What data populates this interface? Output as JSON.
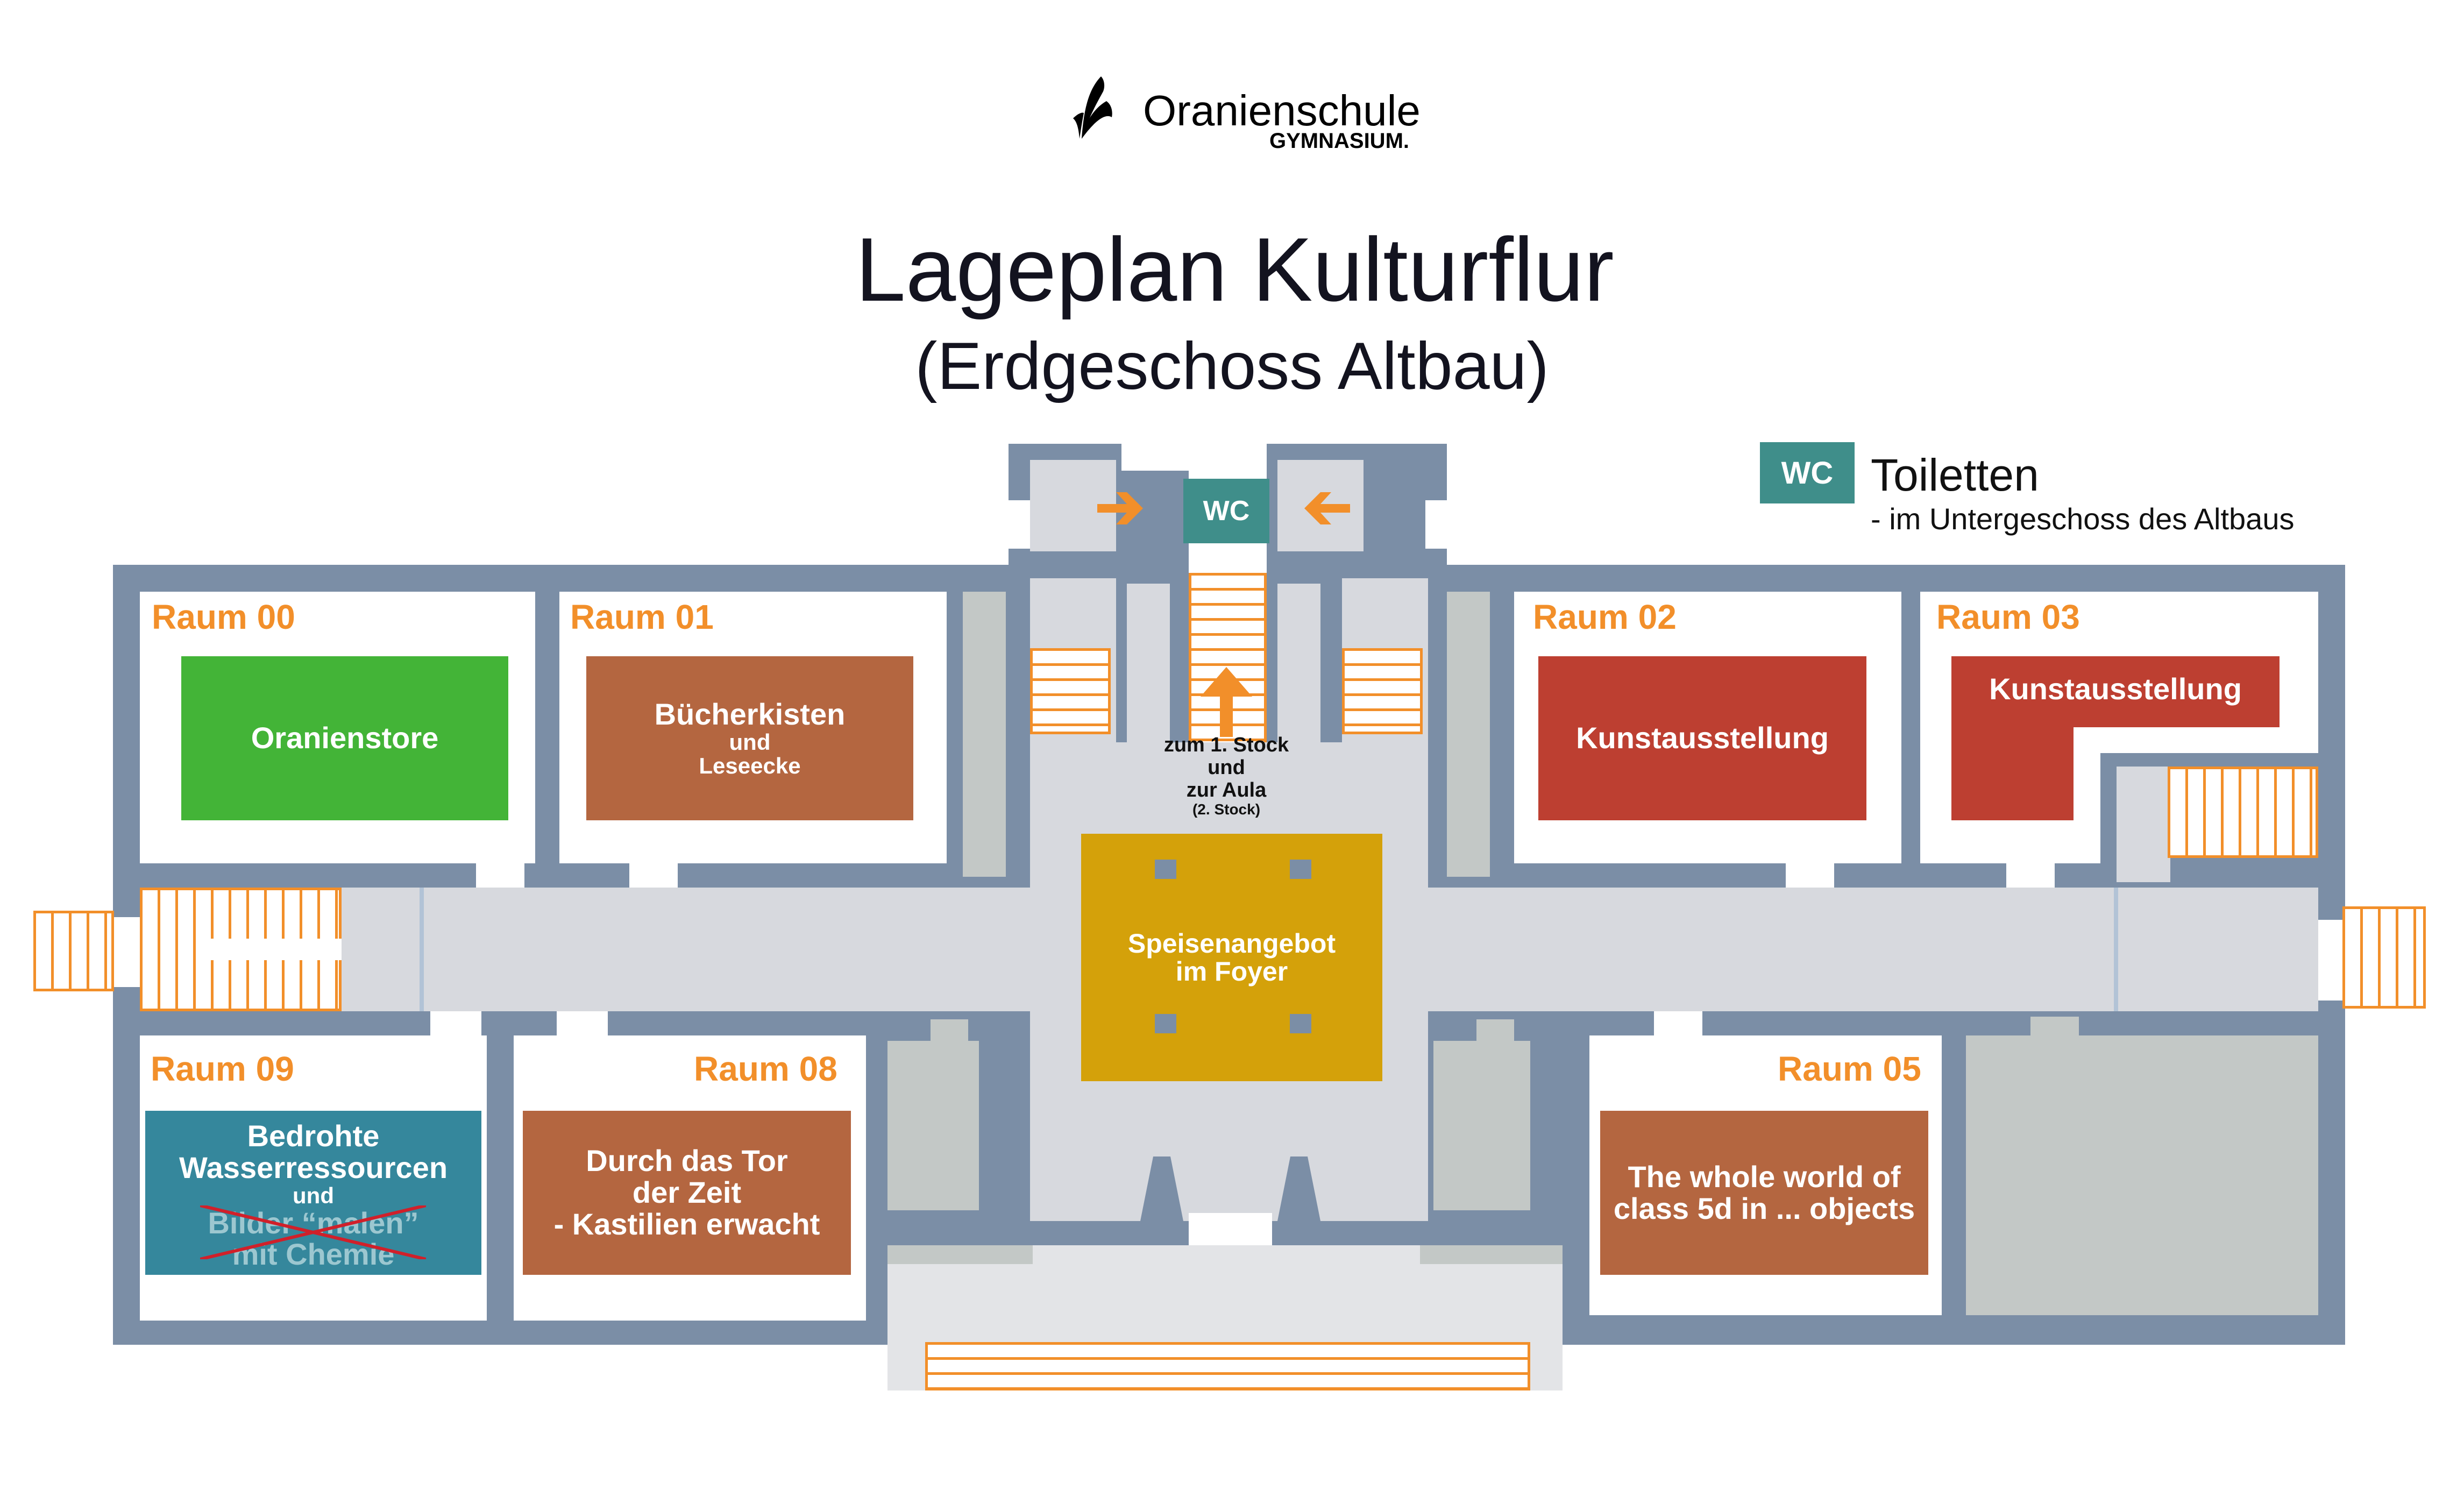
{
  "logo": {
    "name": "Oranienschule",
    "subtitle": "GYMNASIUM."
  },
  "header": {
    "title": "Lageplan Kulturflur",
    "subtitle": "(Erdgeschoss Altbau)"
  },
  "legend": {
    "wc_badge": "WC",
    "label": "Toiletten",
    "note": "- im Untergeschoss des Altbaus"
  },
  "colors": {
    "wall": "#7b8ea6",
    "floor": "#d7d9de",
    "room_label": "#f28f2a",
    "stairs": "#f28f2a",
    "wc": "#3f8e8a",
    "green": "#43b437",
    "brown": "#b46640",
    "red": "#bd3f31",
    "teal": "#35879c",
    "gold": "#d4a10a"
  },
  "wc_sign": "WC",
  "stair_caption": {
    "line1": "zum 1. Stock",
    "line2": "und",
    "line3": "zur Aula",
    "line4": "(2. Stock)"
  },
  "foyer": {
    "line1": "Speisenangebot",
    "line2": "im Foyer"
  },
  "rooms": [
    {
      "label": "Raum 00",
      "exhibit": [
        "Oranienstore"
      ]
    },
    {
      "label": "Raum 01",
      "exhibit": [
        "Bücherkisten",
        "und",
        "Leseecke"
      ]
    },
    {
      "label": "Raum 02",
      "exhibit": [
        "Kunstausstellung"
      ]
    },
    {
      "label": "Raum 03",
      "exhibit": [
        "Kunstausstellung"
      ]
    },
    {
      "label": "Raum 09",
      "exhibit": [
        "Bedrohte",
        "Wasserressourcen",
        "und"
      ],
      "cancelled": [
        "Bilder “malen”",
        "mit Chemie"
      ]
    },
    {
      "label": "Raum 08",
      "exhibit": [
        "Durch das Tor",
        "der Zeit",
        "- Kastilien erwacht"
      ]
    },
    {
      "label": "Raum 05",
      "exhibit": [
        "The whole world of",
        "class 5d in ... objects"
      ]
    }
  ]
}
